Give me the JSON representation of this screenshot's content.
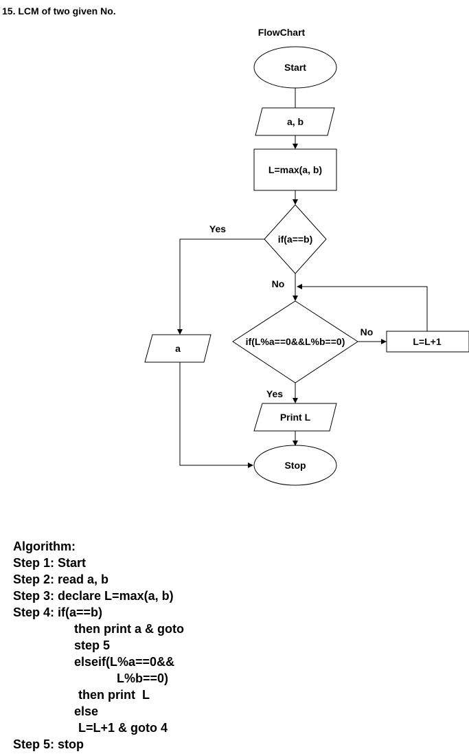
{
  "heading": "15. LCM of two given No.",
  "flowchart": {
    "title": "FlowChart",
    "nodes": {
      "start": "Start",
      "input": "a, b",
      "assign": "L=max(a, b)",
      "decision1": "if(a==b)",
      "decision2": "if(L%a==0&&L%b==0)",
      "increment": "L=L+1",
      "output_a": "a",
      "print_l": "Print L",
      "stop": "Stop"
    },
    "edge_labels": {
      "d1_yes": "Yes",
      "d1_no": "No",
      "d2_no": "No",
      "d2_yes": "Yes"
    }
  },
  "algorithm": {
    "title": "Algorithm:",
    "lines": [
      "Step 1: Start",
      "Step 2: read a, b",
      "Step 3: declare L=max(a, b)",
      "Step 4: if(a==b)",
      "then print a & goto",
      "step 5",
      "elseif(L%a==0&&",
      "L%b==0)",
      "then print  L",
      "else",
      "L=L+1 & goto 4",
      "Step 5: stop"
    ]
  }
}
